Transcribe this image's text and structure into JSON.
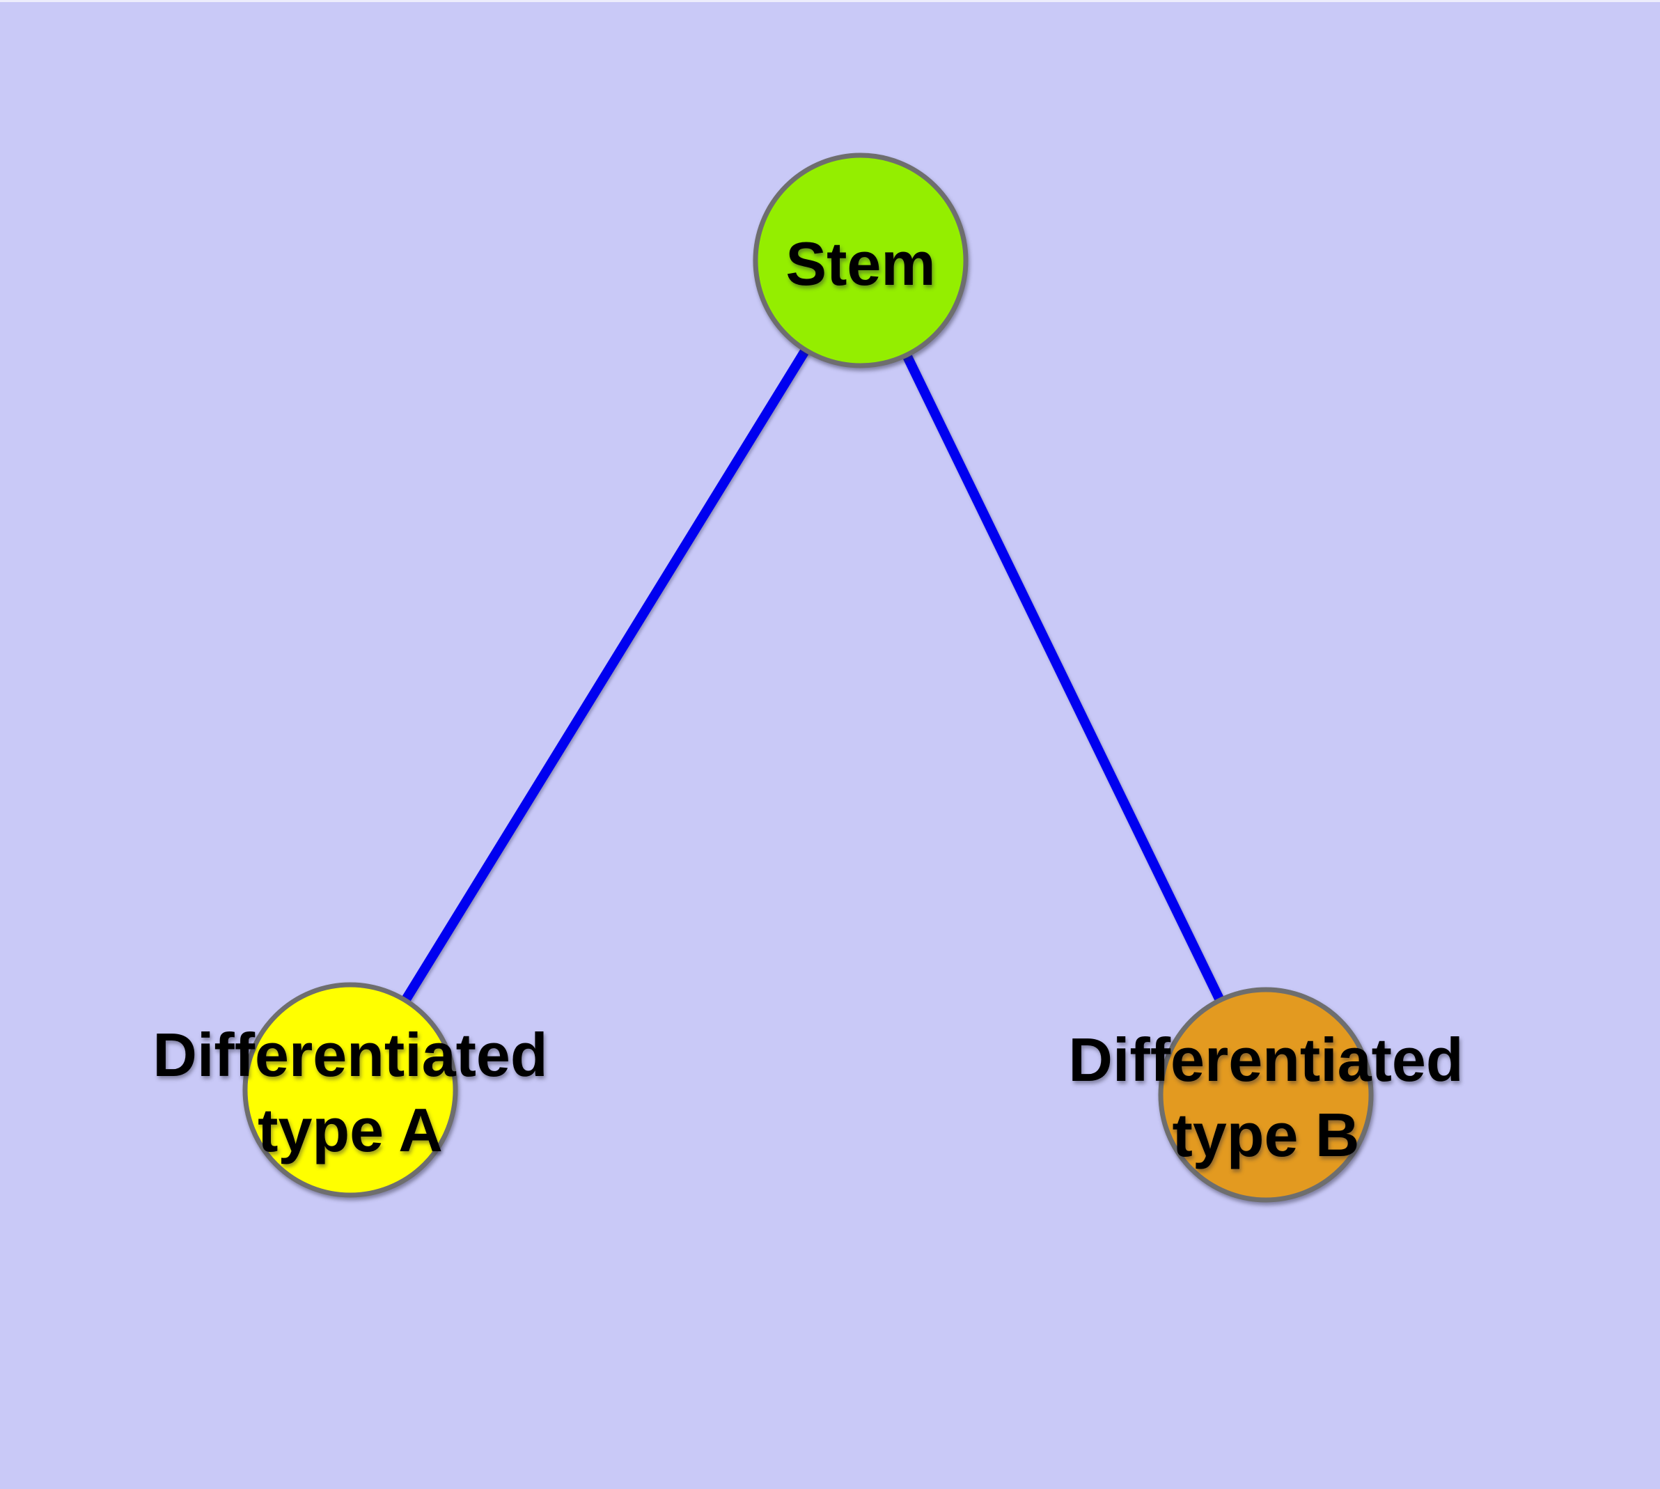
{
  "figure": {
    "type": "graph",
    "background_color": "#c9c9f7",
    "top_edge_highlight_color": "#ededfc",
    "edge_color": "#0000f0",
    "node_border_color": "#6e6e6e",
    "text_color": "#000000",
    "nodes": [
      {
        "id": "stem",
        "label": "Stem",
        "lines": [
          "Stem"
        ],
        "fill": "#94ee00"
      },
      {
        "id": "differentiated-type-a",
        "label": "Differentiated type A",
        "lines": [
          "Differentiated",
          "type A"
        ],
        "fill": "#ffff00"
      },
      {
        "id": "differentiated-type-b",
        "label": "Differentiated type B",
        "lines": [
          "Differentiated",
          "type B"
        ],
        "fill": "#e39a20"
      }
    ],
    "edges": [
      {
        "from": "Stem",
        "to": "Differentiated type A"
      },
      {
        "from": "Stem",
        "to": "Differentiated type B"
      }
    ]
  }
}
